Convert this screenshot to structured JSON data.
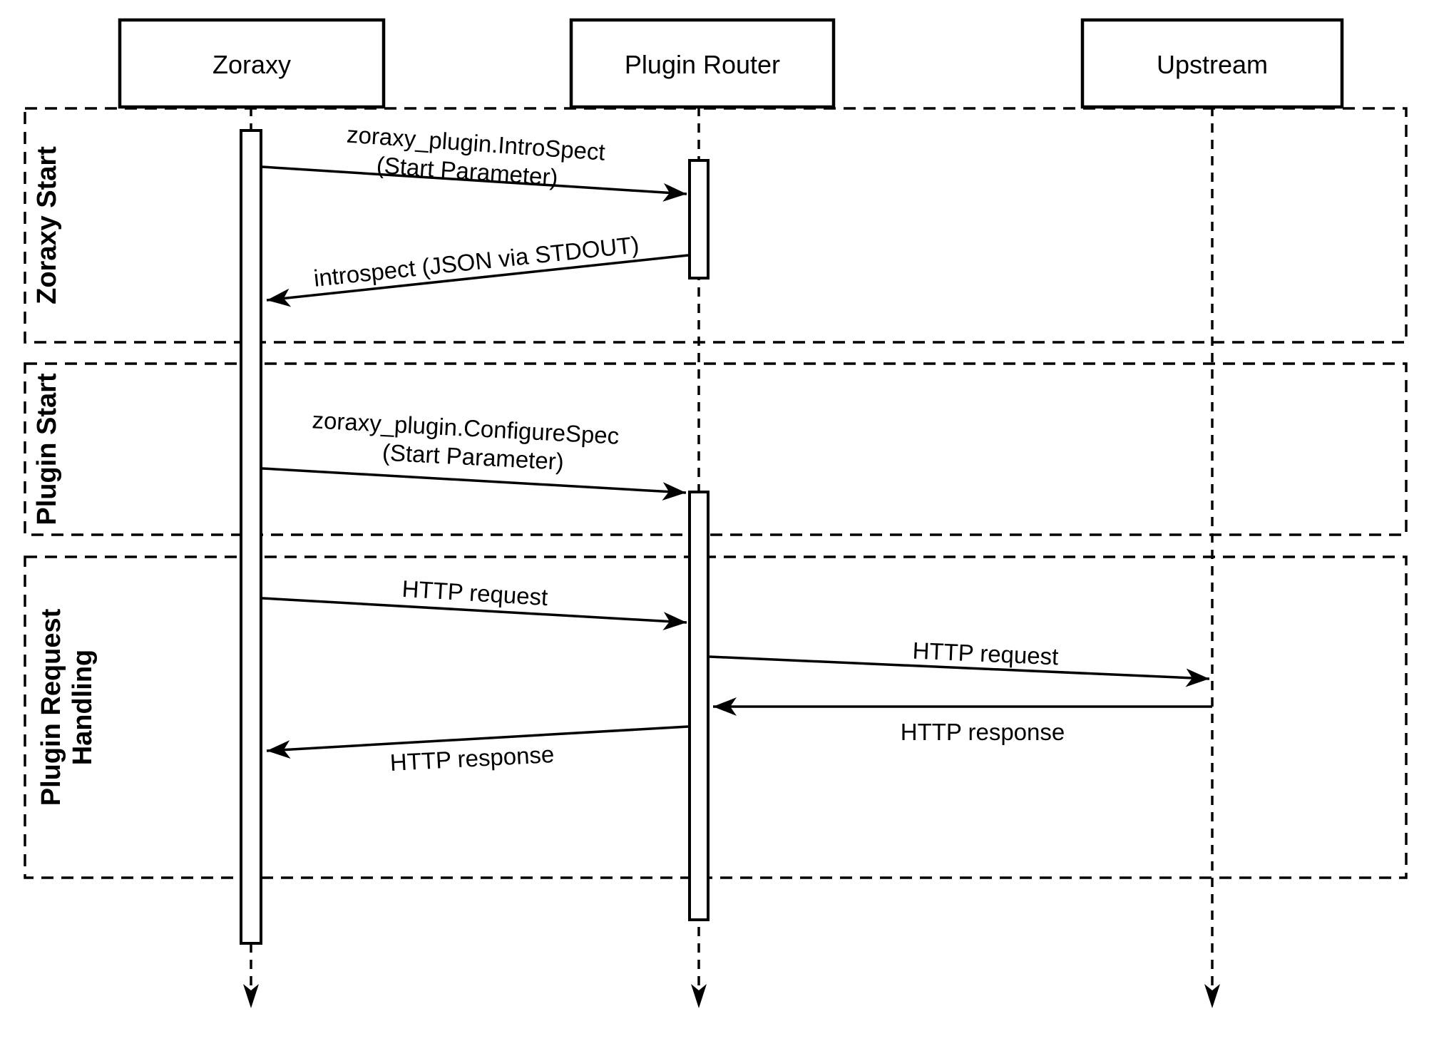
{
  "diagram": {
    "kind": "sequence-diagram",
    "participants": [
      {
        "name": "Zoraxy"
      },
      {
        "name": "Plugin Router"
      },
      {
        "name": "Upstream"
      }
    ],
    "groups": [
      {
        "label": "Zoraxy Start"
      },
      {
        "label": "Plugin Start"
      },
      {
        "label": "Plugin Request Handling",
        "label_line1": "Plugin Request",
        "label_line2": "Handling"
      }
    ],
    "messages": [
      {
        "from": "Zoraxy",
        "to": "Plugin Router",
        "label": "zoraxy_plugin.IntroSpect (Start Parameter)",
        "line1": "zoraxy_plugin.IntroSpect",
        "line2": "(Start Parameter)"
      },
      {
        "from": "Plugin Router",
        "to": "Zoraxy",
        "label": "introspect (JSON via STDOUT)"
      },
      {
        "from": "Zoraxy",
        "to": "Plugin Router",
        "label": "zoraxy_plugin.ConfigureSpec (Start Parameter)",
        "line1": "zoraxy_plugin.ConfigureSpec",
        "line2": "(Start Parameter)"
      },
      {
        "from": "Zoraxy",
        "to": "Plugin Router",
        "label": "HTTP request"
      },
      {
        "from": "Plugin Router",
        "to": "Upstream",
        "label": "HTTP request"
      },
      {
        "from": "Upstream",
        "to": "Plugin Router",
        "label": "HTTP response"
      },
      {
        "from": "Plugin Router",
        "to": "Zoraxy",
        "label": "HTTP response"
      }
    ],
    "colors": {
      "ink": "#000000",
      "background": "#ffffff"
    }
  }
}
